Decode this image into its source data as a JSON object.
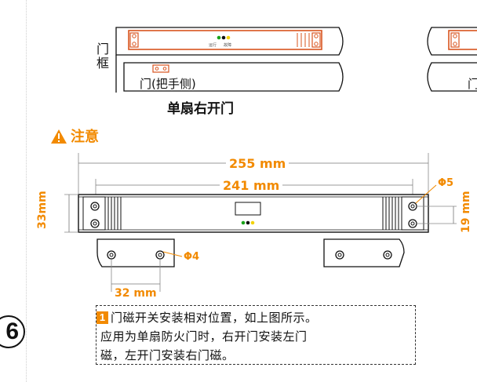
{
  "top_figure": {
    "door_frame_label": "门\n框",
    "door_label": "门(把手侧)",
    "controller_text_run": "运行",
    "controller_text_alarm": "故障",
    "caption": "单扇右开门",
    "right_partial_label": "门"
  },
  "notice": {
    "title": "注意",
    "warning_symbol": "!"
  },
  "dimensions": {
    "overall_length": "255 mm",
    "inner_length": "241 mm",
    "height": "33mm",
    "hole_diameter": "Φ5",
    "hole_spacing": "19 mm",
    "small_hole_diameter": "Φ4",
    "small_hole_spacing": "32 mm"
  },
  "note": {
    "step": "1",
    "line1": "门磁开关安装相对位置，如上图所示。",
    "line2": "应用为单扇防火门时，右开门安装左门",
    "line3": "磁，左开门安装右门磁。"
  },
  "page": {
    "number": "6"
  },
  "colors": {
    "accent": "#f28a00",
    "led_green": "#1aa31a",
    "led_black": "#111111",
    "led_yellow": "#f2d20a"
  }
}
